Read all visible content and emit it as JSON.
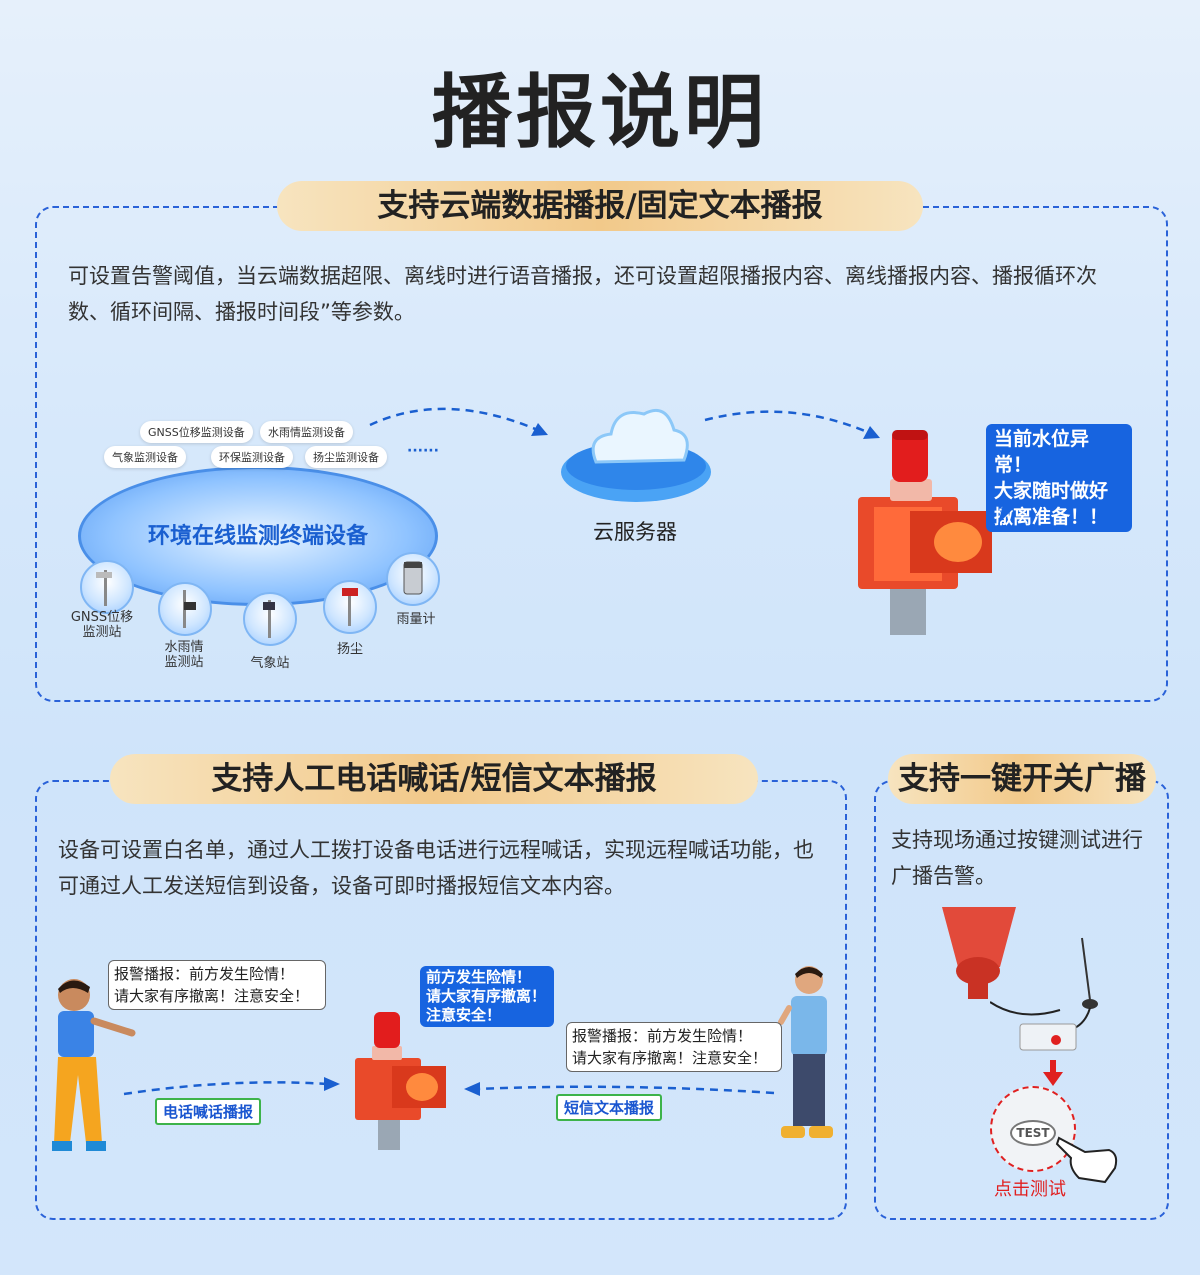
{
  "page_title": "播报说明",
  "section1": {
    "heading": "支持云端数据播报/固定文本播报",
    "desc": "可设置告警阈值，当云端数据超限、离线时进行语音播报，还可设置超限播报内容、离线播报内容、播报循环次数、循环间隔、播报时间段”等参数。",
    "tags": [
      "GNSS位移监测设备",
      "水雨情监测设备",
      "气象监测设备",
      "环保监测设备",
      "扬尘监测设备",
      "······"
    ],
    "hub_label": "环境在线监测终端设备",
    "stations": [
      {
        "label": "GNSS位移\n监测站",
        "icon": "gnss-station-icon"
      },
      {
        "label": "水雨情\n监测站",
        "icon": "hydrology-station-icon"
      },
      {
        "label": "气象站",
        "icon": "weather-station-icon"
      },
      {
        "label": "扬尘",
        "icon": "dust-monitor-icon"
      },
      {
        "label": "雨量计",
        "icon": "rain-gauge-icon"
      }
    ],
    "cloud_label": "云服务器",
    "alarm_bubble": "当前水位异常！\n大家随时做好\n撤离准备！！"
  },
  "section2": {
    "heading": "支持人工电话喊话/短信文本播报",
    "desc": "设备可设置白名单，通过人工拨打设备电话进行远程喊话，实现远程喊话功能，也可通过人工发送短信到设备，设备可即时播报短信文本内容。",
    "left_bubble": "报警播报：前方发生险情！\n请大家有序撤离！注意安全！",
    "center_bubble": "前方发生险情！\n请大家有序撤离！\n注意安全！",
    "right_bubble": "报警播报：前方发生险情！\n请大家有序撤离！注意安全！",
    "phone_tag": "电话喊话播报",
    "sms_tag": "短信文本播报"
  },
  "section3": {
    "heading": "支持一键开关广播",
    "desc": "支持现场通过按键测试进行广播告警。",
    "test_button": "TEST",
    "click_label": "点击测试"
  },
  "colors": {
    "accent_blue": "#1764e0",
    "dash_border": "#2a62d8",
    "pill_gold": "#f2c98a",
    "alarm_red": "#e94a2a",
    "click_red": "#e02020",
    "tag_green": "#3db34a"
  }
}
